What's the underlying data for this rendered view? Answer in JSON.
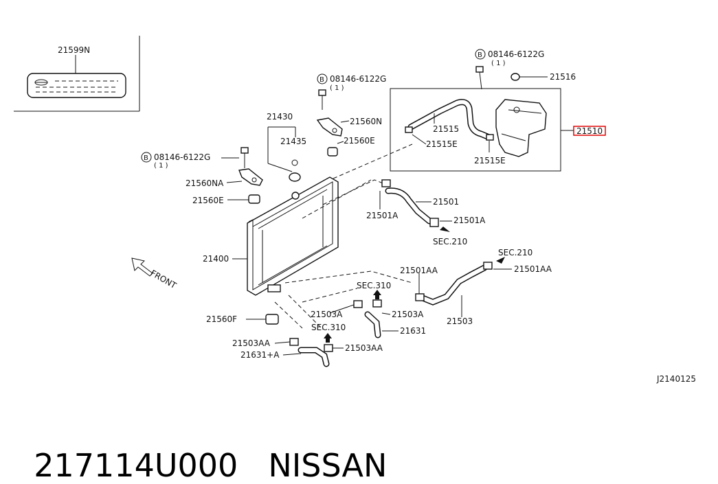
{
  "labels": {
    "l21599n": "21599N",
    "bolt_a": "08146-6122G",
    "bolt_a_qty": "( 1 )",
    "bolt_b": "08146-6122G",
    "bolt_b_qty": "( 1 )",
    "bolt_c": "08146-6122G",
    "bolt_c_qty": "( 1 )",
    "bolt_letter": "B",
    "l21516": "21516",
    "l21430": "21430",
    "l21435": "21435",
    "l21560n": "21560N",
    "l21560e_top": "21560E",
    "l21515": "21515",
    "l21515e_a": "21515E",
    "l21515e_b": "21515E",
    "l21510": "21510",
    "l21560na": "21560NA",
    "l21560e_left": "21560E",
    "l21501": "21501",
    "l21501a_left": "21501A",
    "l21501a_right": "21501A",
    "sec210_a": "SEC.210",
    "sec210_b": "SEC.210",
    "l21501aa_top": "21501AA",
    "l21501aa_right": "21501AA",
    "l21400": "21400",
    "front": "FRONT",
    "sec310_a": "SEC.310",
    "sec310_b": "SEC.310",
    "l21503a_a": "21503A",
    "l21503a_b": "21503A",
    "l21503": "21503",
    "l21560f": "21560F",
    "l21631": "21631",
    "l21503aa_a": "21503AA",
    "l21503aa_b": "21503AA",
    "l21631a": "21631+A",
    "code": "J2140125"
  },
  "footer": {
    "part_number": "217114U000",
    "brand": "NISSAN"
  },
  "colors": {
    "highlight": "#e00000",
    "line": "#111111"
  }
}
